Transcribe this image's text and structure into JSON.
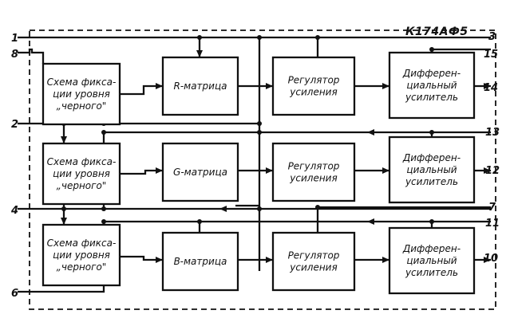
{
  "chip_label": "К174АФ5",
  "pins": [
    {
      "id": "1",
      "label": "1"
    },
    {
      "id": "8",
      "label": "8"
    },
    {
      "id": "2",
      "label": "2"
    },
    {
      "id": "4",
      "label": "4"
    },
    {
      "id": "6",
      "label": "6"
    },
    {
      "id": "3",
      "label": "3"
    },
    {
      "id": "15",
      "label": "15"
    },
    {
      "id": "14",
      "label": "14"
    },
    {
      "id": "13",
      "label": "13"
    },
    {
      "id": "12",
      "label": "12"
    },
    {
      "id": "7",
      "label": "7"
    },
    {
      "id": "11",
      "label": "11"
    },
    {
      "id": "10",
      "label": "10"
    }
  ],
  "blocks": [
    {
      "id": "clamp-1",
      "lines": [
        "Схема фикса-",
        "ции уровня",
        "„черного\""
      ]
    },
    {
      "id": "clamp-2",
      "lines": [
        "Схема фикса-",
        "ции уровня",
        "„черного\""
      ]
    },
    {
      "id": "clamp-3",
      "lines": [
        "Схема фикса-",
        "ции уровня",
        "„черного\""
      ]
    },
    {
      "id": "matrix-r",
      "lines": [
        "R-матрица"
      ]
    },
    {
      "id": "matrix-g",
      "lines": [
        "G-матрица"
      ]
    },
    {
      "id": "matrix-b",
      "lines": [
        "B-матрица"
      ]
    },
    {
      "id": "gain-1",
      "lines": [
        "Регулятор",
        "усиления"
      ]
    },
    {
      "id": "gain-2",
      "lines": [
        "Регулятор",
        "усиления"
      ]
    },
    {
      "id": "gain-3",
      "lines": [
        "Регулятор",
        "усиления"
      ]
    },
    {
      "id": "diff-1",
      "lines": [
        "Дифферен-",
        "циальный",
        "усилитель"
      ]
    },
    {
      "id": "diff-2",
      "lines": [
        "Дифферен-",
        "циальный",
        "усилитель"
      ]
    },
    {
      "id": "diff-3",
      "lines": [
        "Дифферен-",
        "циальный",
        "усилитель"
      ]
    }
  ]
}
